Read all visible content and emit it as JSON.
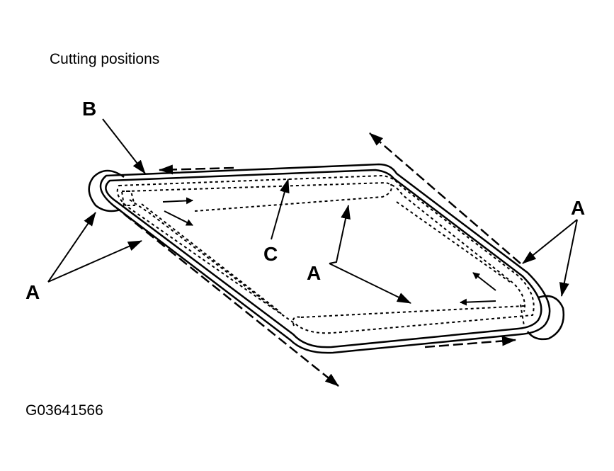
{
  "diagram": {
    "title": "Cutting positions",
    "figure_id": "G03641566",
    "callouts": {
      "A_left": "A",
      "A_right": "A",
      "A_center": "A",
      "B": "B",
      "C": "C"
    }
  }
}
